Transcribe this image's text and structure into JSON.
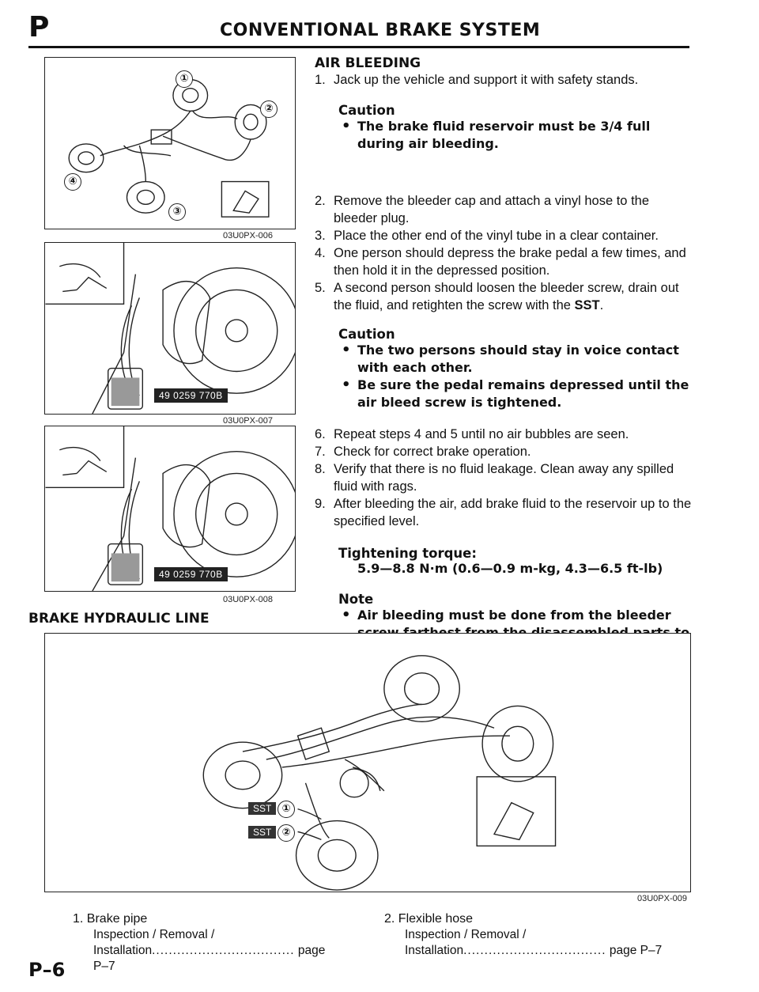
{
  "header": {
    "section_letter": "P",
    "title": "CONVENTIONAL BRAKE SYSTEM"
  },
  "figures": {
    "fig1": {
      "code": "03U0PX-006",
      "callouts": [
        "①",
        "②",
        "③",
        "④"
      ]
    },
    "fig2": {
      "code": "03U0PX-007",
      "tool_number": "49 0259 770B"
    },
    "fig3": {
      "code": "03U0PX-008",
      "tool_number": "49 0259 770B"
    },
    "fig4": {
      "code": "03U0PX-009",
      "sst_label": "SST",
      "callouts": [
        "①",
        "②"
      ]
    }
  },
  "air_bleeding": {
    "heading": "AIR BLEEDING",
    "step1": {
      "num": "1.",
      "text": "Jack up the vehicle and support it with safety stands."
    },
    "caution1": {
      "head": "Caution",
      "bullet": "The brake fluid reservoir must be 3/4 full during air bleeding."
    },
    "steps_a": [
      {
        "num": "2.",
        "text": "Remove the bleeder cap and attach a vinyl hose to the bleeder plug."
      },
      {
        "num": "3.",
        "text": "Place the other end of the vinyl tube in a clear container."
      },
      {
        "num": "4.",
        "text": "One person should depress the brake pedal a few times, and then hold it in the depressed position."
      },
      {
        "num": "5.",
        "text": "A second person should loosen the bleeder screw, drain out the fluid, and retighten the screw with the",
        "bold_tail": "SST",
        "tail": "."
      }
    ],
    "caution2": {
      "head": "Caution",
      "bullets": [
        "The two persons should stay in voice contact with each other.",
        "Be sure the pedal remains depressed until the air bleed screw is tightened."
      ]
    },
    "steps_b": [
      {
        "num": "6.",
        "text": "Repeat steps 4 and 5 until no air bubbles are seen."
      },
      {
        "num": "7.",
        "text": "Check for correct brake operation."
      },
      {
        "num": "8.",
        "text": "Verify that there is no fluid leakage. Clean away any spilled fluid with rags."
      },
      {
        "num": "9.",
        "text": "After bleeding the air, add brake fluid to the reservoir up to the specified level."
      }
    ],
    "torque": {
      "label": "Tightening torque:",
      "value": "5.9—8.8 N·m (0.6—0.9 m-kg, 4.3—6.5 ft-lb)"
    },
    "note": {
      "head": "Note",
      "bullet": "Air bleeding must be done from the bleeder screw farthest from the disassembled parts to the nearest."
    }
  },
  "hydraulic_line": {
    "heading": "BRAKE HYDRAULIC LINE"
  },
  "legend": [
    {
      "num": "1.",
      "name": "Brake pipe",
      "sub1": "Inspection / Removal /",
      "sub2": "Installation",
      "dots": "..................................",
      "page": "page P–7"
    },
    {
      "num": "2.",
      "name": "Flexible hose",
      "sub1": "Inspection / Removal /",
      "sub2": "Installation",
      "dots": "..................................",
      "page": "page P–7"
    }
  ],
  "footer": {
    "page_number": "P–6"
  }
}
